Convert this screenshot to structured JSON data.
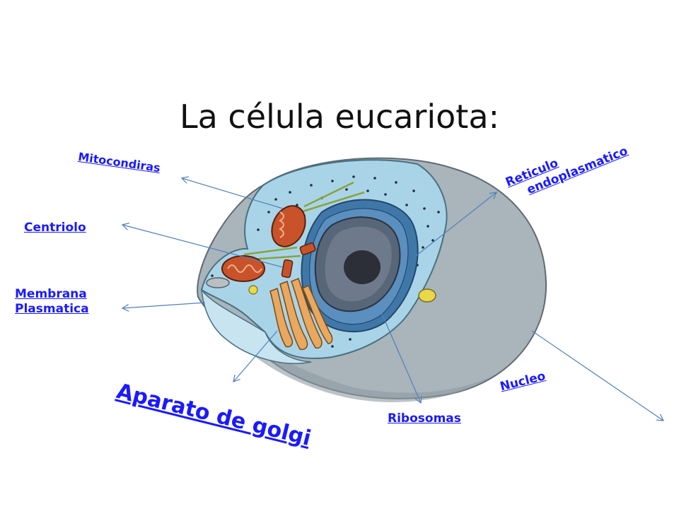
{
  "title": "La célula eucariota:",
  "labels": {
    "mitocondrias": "Mitocondiras",
    "centriolo": "Centriolo",
    "membrana_line1": "Membrana",
    "membrana_line2": "Plasmatica",
    "golgi": "Aparato de golgi",
    "ribosomas": "Ribosomas",
    "nucleo": "Nucleo",
    "reticulo_line1": "Reticulo",
    "reticulo_line2": "endoplasmatico"
  },
  "colors": {
    "link": "#1a1aff",
    "arrow": "#4f81bd",
    "cytoplasm": "#a9d4e8",
    "outer_cell": "#a9b4bb",
    "nucleus": "#58667a",
    "golgi": "#e8a860",
    "mitochondria": "#c8532a"
  }
}
